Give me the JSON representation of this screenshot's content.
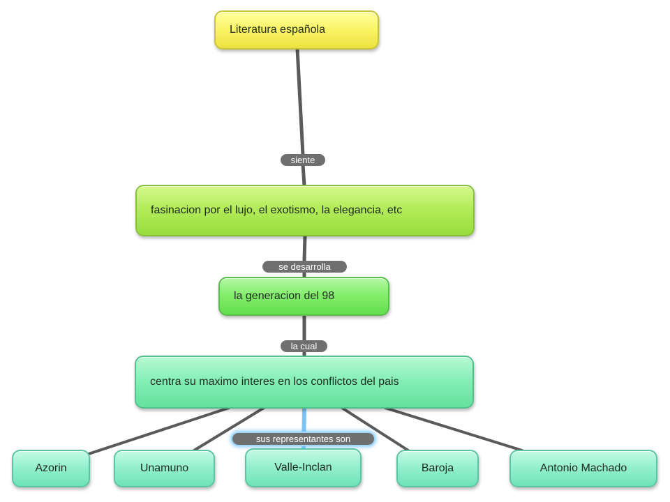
{
  "colors": {
    "root": "#f8f163",
    "level1": "#b3ec5a",
    "level2": "#84ee6c",
    "level3": "#86efb6",
    "leaves": "#95f0cf",
    "connector": "#5a5a5a",
    "link_label_bg": "#6f6f6f",
    "selected_glow": "#9fd8ff"
  },
  "concept_map": {
    "root": {
      "text": "Literatura española"
    },
    "link_1": {
      "text": "siente"
    },
    "node_1": {
      "text": "fasinacion por el lujo, el exotismo, la elegancia, etc"
    },
    "link_2": {
      "text": "se desarrolla"
    },
    "node_2": {
      "text": "la generacion del 98"
    },
    "link_3": {
      "text": "la cual"
    },
    "node_3": {
      "text": "centra su maximo interes en los conflictos del pais"
    },
    "link_4": {
      "text": "sus representantes son",
      "selected": true
    },
    "leaves": [
      {
        "text": "Azorin"
      },
      {
        "text": "Unamuno"
      },
      {
        "text": "Valle-Inclan"
      },
      {
        "text": "Baroja"
      },
      {
        "text": "Antonio Machado"
      }
    ]
  }
}
